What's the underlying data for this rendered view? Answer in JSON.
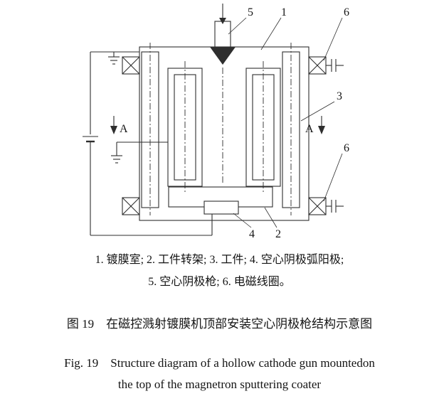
{
  "figure": {
    "legend": {
      "line1": "1. 镀膜室; 2. 工件转架; 3. 工件; 4. 空心阴极弧阳极;",
      "line2": "5. 空心阴极枪; 6. 电磁线圈。"
    },
    "caption_zh": "图 19　在磁控溅射镀膜机顶部安装空心阴极枪结构示意图",
    "caption_en_line1": "Fig. 19　Structure diagram of a hollow cathode gun mountedon",
    "caption_en_line2": "the top of the magnetron sputtering coater"
  },
  "diagram": {
    "ink_color": "#2e2e2e",
    "background_color": "#ffffff",
    "part_labels": {
      "chamber": "1",
      "turret": "2",
      "workpiece": "3",
      "anode": "4",
      "gun": "5",
      "coil_top": "6",
      "coil_bottom": "6"
    },
    "section_marker": "A"
  }
}
